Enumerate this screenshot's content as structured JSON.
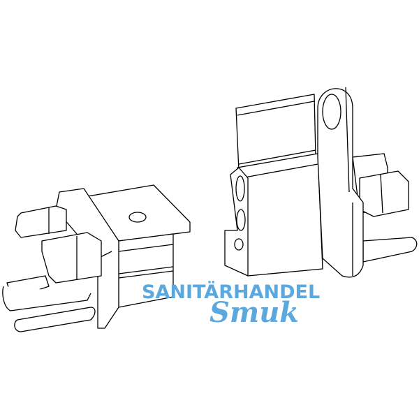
{
  "image": {
    "description": "Technical line drawing of two plastic hinge/bearing parts",
    "background": "#ffffff",
    "line_color": "#000000"
  },
  "watermark": {
    "line1": "SANITÄRHANDEL",
    "line2": "Smuk",
    "color": "#5aa8de"
  }
}
